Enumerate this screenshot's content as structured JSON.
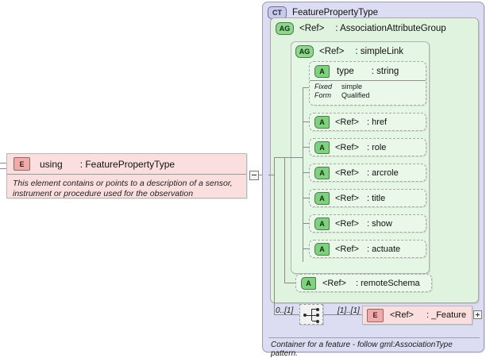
{
  "element": {
    "badge": "E",
    "name": "using",
    "type": ": FeaturePropertyType",
    "documentation": "This element contains or points to a description of a sensor, instrument or procedure used for the observation",
    "collapse_icon": "minus-icon"
  },
  "complex_type": {
    "badge": "CT",
    "title": "FeaturePropertyType",
    "annotation": "Container for a feature - follow gml:AssociationType pattern."
  },
  "attribute_group_outer": {
    "badge": "AG",
    "ref": "<Ref>",
    "type": ": AssociationAttributeGroup"
  },
  "attribute_group_inner": {
    "badge": "AG",
    "ref": "<Ref>",
    "type": ": simpleLink"
  },
  "attributes": [
    {
      "badge": "A",
      "ref": "type",
      "type": ": string",
      "properties": [
        {
          "key": "Fixed",
          "value": "simple"
        },
        {
          "key": "Form",
          "value": "Qualified"
        }
      ]
    },
    {
      "badge": "A",
      "ref": "<Ref>",
      "type": ": href"
    },
    {
      "badge": "A",
      "ref": "<Ref>",
      "type": ": role"
    },
    {
      "badge": "A",
      "ref": "<Ref>",
      "type": ": arcrole"
    },
    {
      "badge": "A",
      "ref": "<Ref>",
      "type": ": title"
    },
    {
      "badge": "A",
      "ref": "<Ref>",
      "type": ": show"
    },
    {
      "badge": "A",
      "ref": "<Ref>",
      "type": ": actuate"
    }
  ],
  "attribute_remote": {
    "badge": "A",
    "ref": "<Ref>",
    "type": ": remoteSchema"
  },
  "sequence": {
    "icon": "sequence-icon",
    "cardinality_left": "0..[1]",
    "cardinality_right": "[1]..[1]"
  },
  "feature_element": {
    "badge": "E",
    "ref": "<Ref>",
    "type": ": _Feature",
    "expand_icon": "plus-icon"
  },
  "colors": {
    "element_fill": "#fbdede",
    "element_badge": "#f0aaaa",
    "complextype_fill": "#dcdcf2",
    "complextype_badge": "#c9c9ea",
    "group_fill_outer": "#dff3df",
    "group_fill_inner": "#e4f6e4",
    "attr_fill": "#e9f8e9",
    "attr_badge": "#7fd17f",
    "group_badge": "#8fd68f",
    "line": "#8a8a8a"
  }
}
